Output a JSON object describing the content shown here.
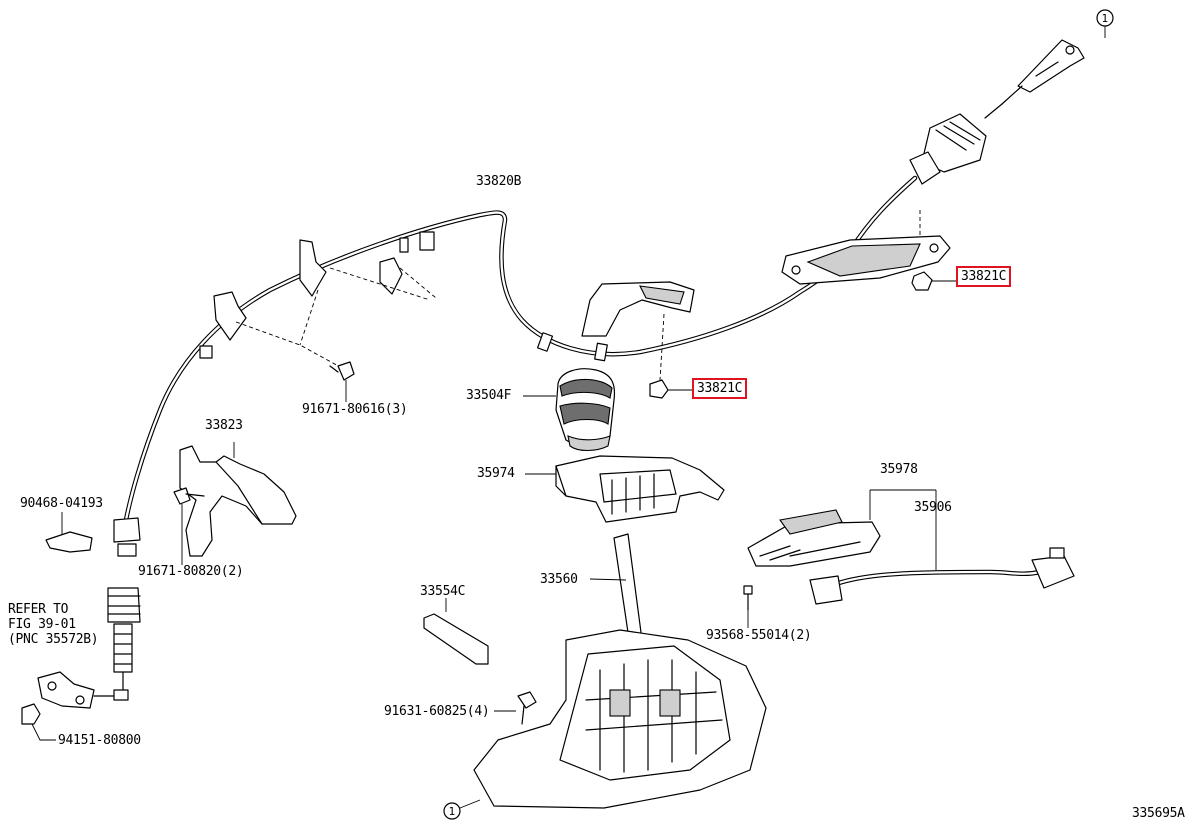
{
  "diagram": {
    "figure_id": "335695A",
    "circle_ref": "1",
    "labels": {
      "p33820B": "33820B",
      "p33821C_top": "33821C",
      "p33821C_mid": "33821C",
      "p33504F": "33504F",
      "p91671_80616": "91671-80616(3)",
      "p33823": "33823",
      "p90468_04193": "90468-04193",
      "p91671_80820": "91671-80820(2)",
      "p35974": "35974",
      "p35978": "35978",
      "p35906": "35906",
      "p33560": "33560",
      "p33554C": "33554C",
      "p93568_55014": "93568-55014(2)",
      "p91631_60825": "91631-60825(4)",
      "p94151_80800": "94151-80800"
    },
    "refer_note": {
      "line1": "REFER TO",
      "line2": "FIG 39-01",
      "line3": "(PNC 35572B)"
    }
  },
  "colors": {
    "highlight": "#e0141e",
    "line": "#000000",
    "background": "#ffffff"
  }
}
